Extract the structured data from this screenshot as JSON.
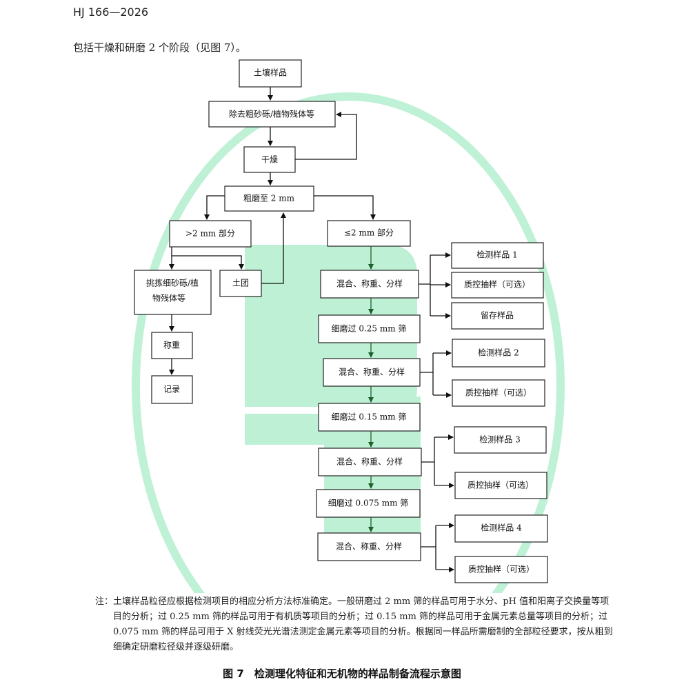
{
  "header": {
    "doc_code": "HJ 166—2026"
  },
  "intro_text": "包括干燥和研磨 2 个阶段（见图 7）。",
  "flow": {
    "soil_sample": "土壤样品",
    "remove_debris": "除去粗砂砾/植物残体等",
    "dry": "干燥",
    "coarse_grind": "粗磨至 2 mm",
    "gt2": ">2 mm 部分",
    "le2": "≤2 mm 部分",
    "pick_line1": "挑拣细砂砾/植",
    "pick_line2": "物残体等",
    "clod": "土团",
    "weigh": "称重",
    "record": "记录",
    "mix1": "混合、称重、分样",
    "mix2": "混合、称重、分样",
    "mix3": "混合、称重、分样",
    "mix4": "混合、称重、分样",
    "grind025": "细磨过 0.25 mm 筛",
    "grind015": "细磨过 0.15 mm 筛",
    "grind0075": "细磨过 0.075 mm 筛",
    "test1": "检测样品 1",
    "test2": "检测样品 2",
    "test3": "检测样品 3",
    "test4": "检测样品 4",
    "qc1": "质控抽样（可选）",
    "qc2": "质控抽样（可选）",
    "qc3": "质控抽样（可选）",
    "qc4": "质控抽样（可选）",
    "retain": "留存样品"
  },
  "note": {
    "label": "注：",
    "text": "土壤样品粒径应根据检测项目的相应分析方法标准确定。一般研磨过 2 mm 筛的样品可用于水分、pH 值和阳离子交换量等项目的分析；过 0.25 mm 筛的样品可用于有机质等项目的分析；过 0.15 mm 筛的样品可用于金属元素总量等项目的分析；过 0.075 mm 筛的样品可用于 X 射线荧光光谱法测定金属元素等项目的分析。根据同一样品所需磨制的全部粒径要求，按从粗到细确定研磨粒径级并逐级研磨。"
  },
  "caption": "图 7　检测理化特征和无机物的样品制备流程示意图",
  "colors": {
    "watermark": "#a8ecc8",
    "green_arrow": "#1e5f2a"
  }
}
